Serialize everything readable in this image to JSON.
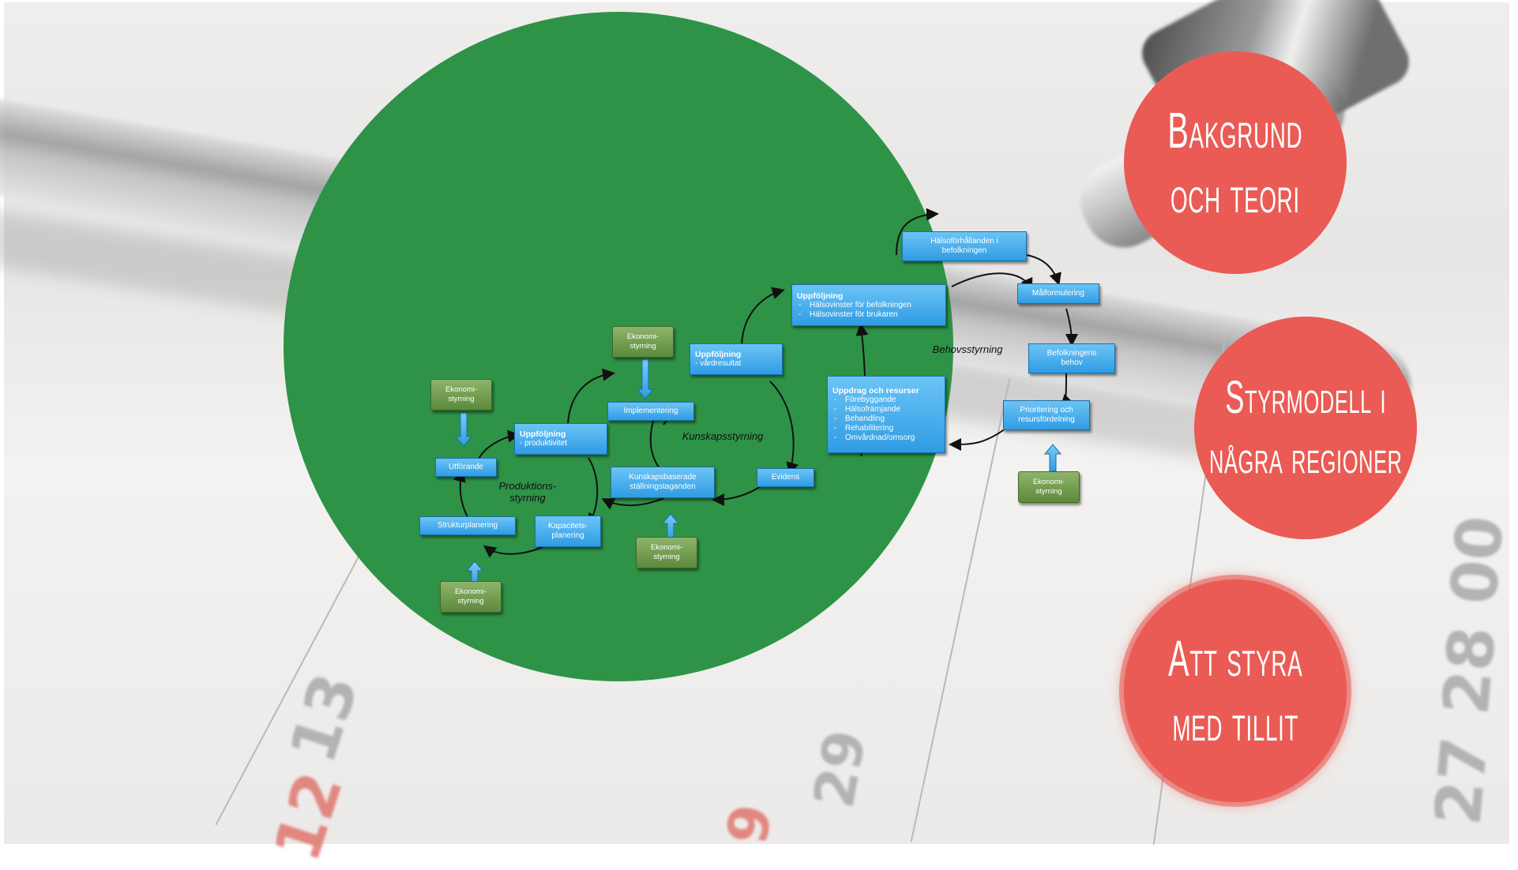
{
  "colors": {
    "circle_green": "#2e9347",
    "box_blue": "#3aa4ea",
    "econ_green": "#6f9a4c",
    "nav_red": "#ea5b55",
    "arrow_black": "#111111"
  },
  "background": {
    "calendar_numbers": [
      "12",
      "13",
      "29",
      "9",
      "27",
      "28",
      "00"
    ]
  },
  "diagram": {
    "boxes": {
      "halsoforhallanden": [
        "Hälsoförhållanden i",
        "befolkningen"
      ],
      "malformulering": "Målformulering",
      "befolkningens_behov": [
        "Befolkningens",
        "behov"
      ],
      "prioritering": [
        "Prioritering och",
        "resursfördelning"
      ],
      "uppfoljning_befolkning": {
        "title": "Uppföljning",
        "items": [
          "Hälsovinster för befolkningen",
          "Hälsovinster för brukaren"
        ]
      },
      "uppdrag": {
        "title": "Uppdrag och resurser",
        "items": [
          "Förebyggande",
          "Hälsofrämjande",
          "Behandling",
          "Rehabilitering",
          "Omvårdnad/omsorg"
        ]
      },
      "uppfoljning_vard": {
        "title": "Uppföljning",
        "sub": "- vårdresultat"
      },
      "implementering": "Implementering",
      "evidens": "Evidens",
      "kunskapsbaserade": [
        "Kunskapsbaserade",
        "ställningstaganden"
      ],
      "uppfoljning_prod": {
        "title": "Uppföljning",
        "sub": "- produktivitet"
      },
      "utforande": "Utförande",
      "strukturplanering": "Strukturplanering",
      "kapacitetsplanering": [
        "Kapacitets-",
        "planering"
      ]
    },
    "econ_label": [
      "Ekonomi-",
      "styrning"
    ],
    "regions": {
      "behov": "Behovsstyrning",
      "kunskap": "Kunskapsstyrning",
      "produktion": [
        "Produktions-",
        "styrning"
      ]
    }
  },
  "nav": [
    {
      "lines": [
        "Bakgrund",
        "och teori"
      ]
    },
    {
      "lines": [
        "Styrmodell i",
        "några regioner"
      ]
    },
    {
      "lines": [
        "Att styra",
        "med tillit"
      ]
    }
  ]
}
